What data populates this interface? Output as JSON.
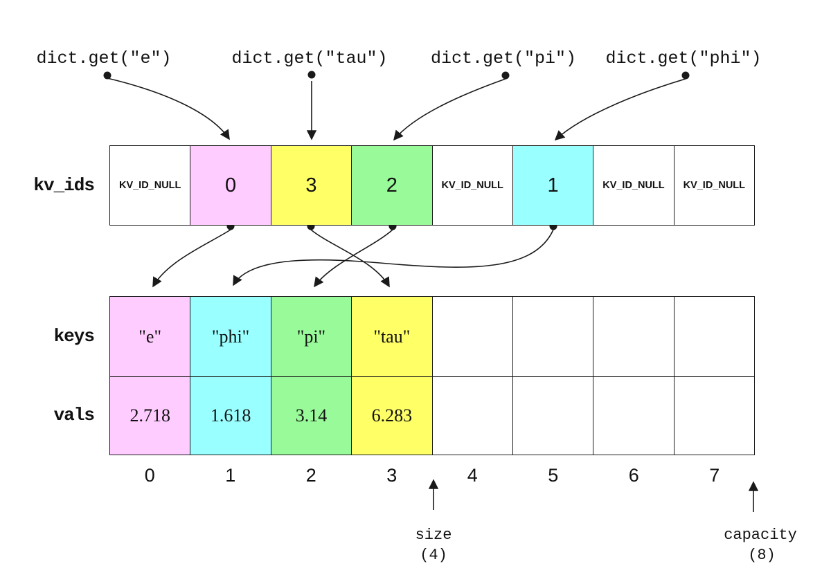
{
  "calls": [
    {
      "label": "dict.get(\"e\")"
    },
    {
      "label": "dict.get(\"tau\")"
    },
    {
      "label": "dict.get(\"pi\")"
    },
    {
      "label": "dict.get(\"phi\")"
    }
  ],
  "rows": {
    "kv_ids": {
      "label": "kv_ids",
      "cells": [
        {
          "text": "KV_ID_NULL",
          "bg": "#FFFFFF"
        },
        {
          "text": "0",
          "bg": "#FFCCFF"
        },
        {
          "text": "3",
          "bg": "#FFFF66"
        },
        {
          "text": "2",
          "bg": "#99FA99"
        },
        {
          "text": "KV_ID_NULL",
          "bg": "#FFFFFF"
        },
        {
          "text": "1",
          "bg": "#99FFFF"
        },
        {
          "text": "KV_ID_NULL",
          "bg": "#FFFFFF"
        },
        {
          "text": "KV_ID_NULL",
          "bg": "#FFFFFF"
        }
      ]
    },
    "keys": {
      "label": "keys",
      "cells": [
        {
          "text": "\"e\"",
          "bg": "#FFCCFF"
        },
        {
          "text": "\"phi\"",
          "bg": "#99FFFF"
        },
        {
          "text": "\"pi\"",
          "bg": "#99FA99"
        },
        {
          "text": "\"tau\"",
          "bg": "#FFFF66"
        },
        {
          "text": "",
          "bg": "#FFFFFF"
        },
        {
          "text": "",
          "bg": "#FFFFFF"
        },
        {
          "text": "",
          "bg": "#FFFFFF"
        },
        {
          "text": "",
          "bg": "#FFFFFF"
        }
      ]
    },
    "vals": {
      "label": "vals",
      "cells": [
        {
          "text": "2.718",
          "bg": "#FFCCFF"
        },
        {
          "text": "1.618",
          "bg": "#99FFFF"
        },
        {
          "text": "3.14",
          "bg": "#99FA99"
        },
        {
          "text": "6.283",
          "bg": "#FFFF66"
        },
        {
          "text": "",
          "bg": "#FFFFFF"
        },
        {
          "text": "",
          "bg": "#FFFFFF"
        },
        {
          "text": "",
          "bg": "#FFFFFF"
        },
        {
          "text": "",
          "bg": "#FFFFFF"
        }
      ]
    }
  },
  "indexes": [
    "0",
    "1",
    "2",
    "3",
    "4",
    "5",
    "6",
    "7"
  ],
  "annotations": {
    "size": {
      "label": "size",
      "value": "(4)"
    },
    "capacity": {
      "label": "capacity",
      "value": "(8)"
    }
  },
  "colors": {
    "pink": "#FFCCFF",
    "yellow": "#FFFF66",
    "green": "#99FA99",
    "cyan": "#99FFFF",
    "line": "#1a1a1a"
  }
}
